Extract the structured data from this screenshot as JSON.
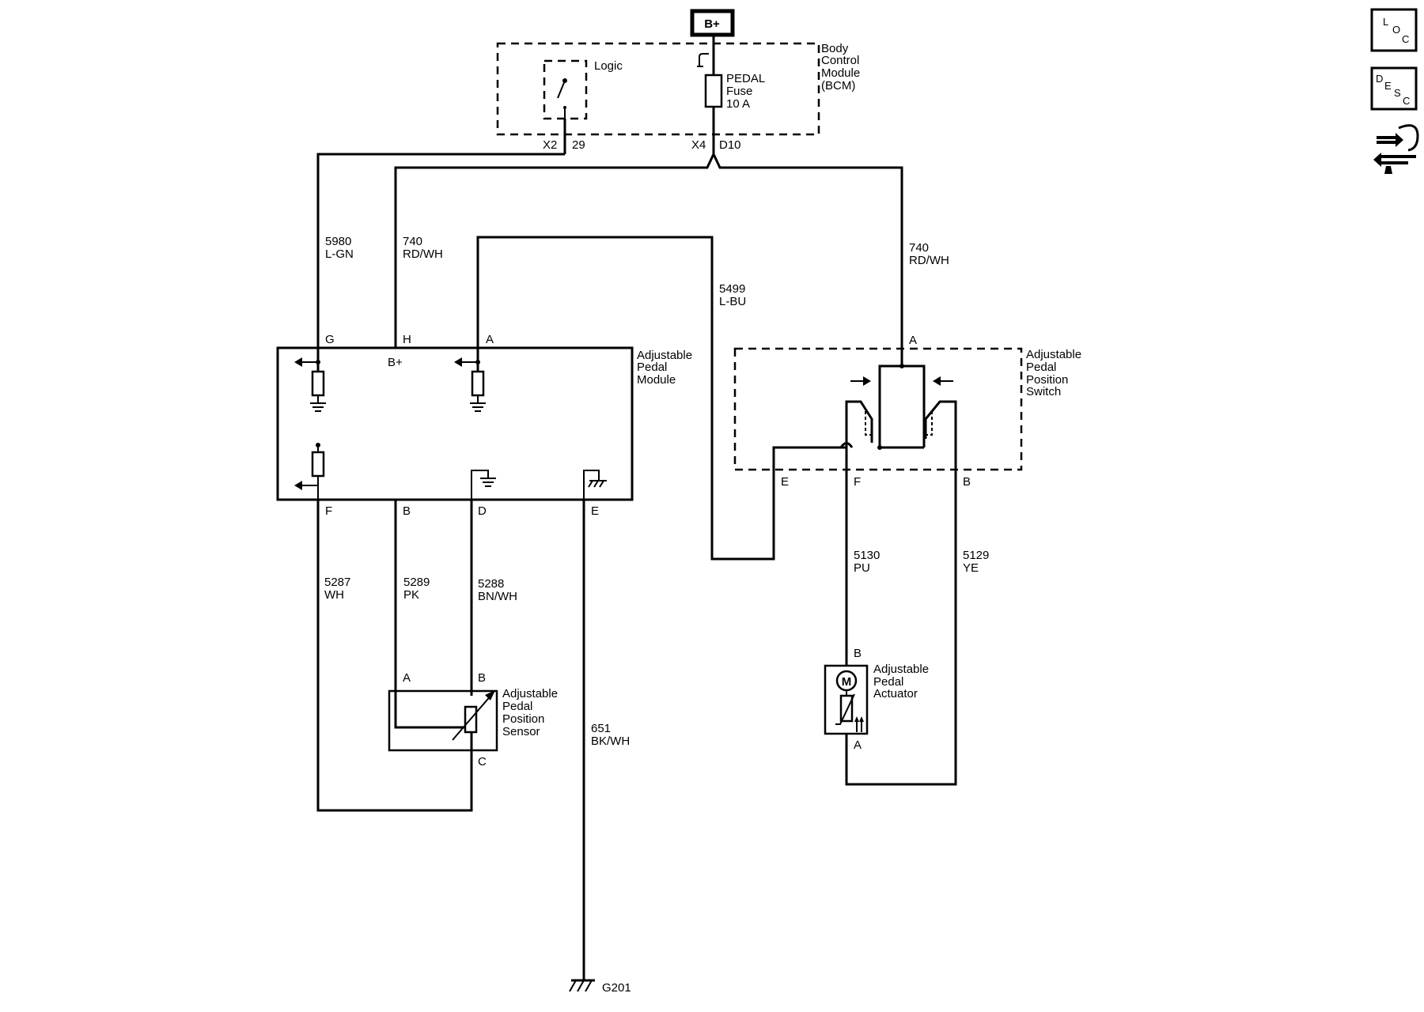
{
  "power": {
    "label": "B+"
  },
  "bcm": {
    "name_lines": [
      "Body",
      "Control",
      "Module",
      "(BCM)"
    ],
    "logic_label": "Logic",
    "fuse_lines": [
      "PEDAL",
      "Fuse",
      "10 A"
    ],
    "connectors": {
      "x2": "X2",
      "pin29": "29",
      "x4": "X4",
      "d10": "D10"
    }
  },
  "wires": {
    "w5980": {
      "num": "5980",
      "color": "L-GN"
    },
    "w740a": {
      "num": "740",
      "color": "RD/WH"
    },
    "w740b": {
      "num": "740",
      "color": "RD/WH"
    },
    "w5499": {
      "num": "5499",
      "color": "L-BU"
    },
    "w5287": {
      "num": "5287",
      "color": "WH"
    },
    "w5289": {
      "num": "5289",
      "color": "PK"
    },
    "w5288": {
      "num": "5288",
      "color": "BN/WH"
    },
    "w651": {
      "num": "651",
      "color": "BK/WH"
    },
    "w5130": {
      "num": "5130",
      "color": "PU"
    },
    "w5129": {
      "num": "5129",
      "color": "YE"
    }
  },
  "apm": {
    "name_lines": [
      "Adjustable",
      "Pedal",
      "Module"
    ],
    "bplus": "B+",
    "pins": {
      "g": "G",
      "h": "H",
      "a": "A",
      "f": "F",
      "b": "B",
      "d": "D",
      "e": "E"
    }
  },
  "apps": {
    "name_lines": [
      "Adjustable",
      "Pedal",
      "Position",
      "Switch"
    ],
    "pins": {
      "a": "A",
      "e": "E",
      "f": "F",
      "b": "B"
    }
  },
  "sensor": {
    "name_lines": [
      "Adjustable",
      "Pedal",
      "Position",
      "Sensor"
    ],
    "pins": {
      "a": "A",
      "b": "B",
      "c": "C"
    }
  },
  "actuator": {
    "name_lines": [
      "Adjustable",
      "Pedal",
      "Actuator"
    ],
    "motor": "M",
    "pins": {
      "b": "B",
      "a": "A"
    }
  },
  "ground": {
    "label": "G201"
  },
  "nav": {
    "loc": [
      "L",
      "O",
      "C"
    ],
    "desc": [
      "D",
      "E",
      "S",
      "C"
    ]
  }
}
